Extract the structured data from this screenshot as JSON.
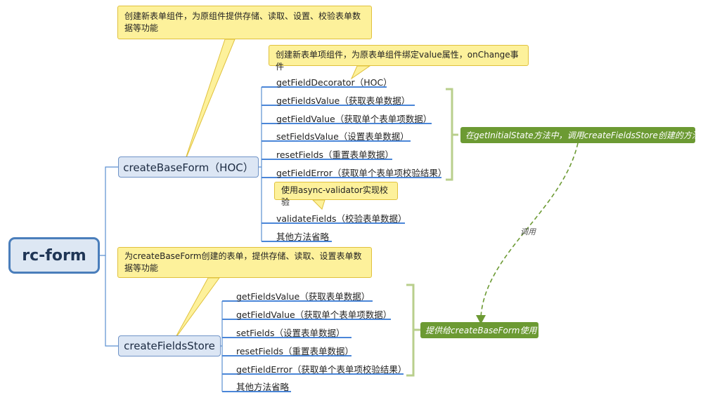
{
  "root": {
    "label": "rc-form"
  },
  "base_form": {
    "label": "createBaseForm（HOC）",
    "note": "创建新表单组件，为原组件提供存储、读取、设置、校验表单数据等功能",
    "decorator_note": "创建新表单项组件，为原表单组件绑定value属性，onChange事件",
    "validator_note": "使用async-validator实现校验",
    "store_group_label": "在getInitialState方法中，调用createFieldsStore创建的方法",
    "items": [
      "getFieldDecorator（HOC）",
      "getFieldsValue（获取表单数据）",
      "getFieldValue（获取单个表单项数据）",
      "setFieldsValue（设置表单数据）",
      "resetFields（重置表单数据）",
      "getFieldError（获取单个表单项校验结果）",
      "validateFields（校验表单数据）",
      "其他方法省略"
    ]
  },
  "fields_store": {
    "label": "createFieldsStore",
    "note": "为createBaseForm创建的表单，提供存储、读取、设置表单数据等功能",
    "group_label": "提供给createBaseForm使用",
    "items": [
      "getFieldsValue（获取表单数据）",
      "getFieldValue（获取单个表单项数据）",
      "setFields（设置表单数据）",
      "resetFields（重置表单数据）",
      "getFieldError（获取单个表单项校验结果）",
      "其他方法省略"
    ]
  },
  "call_label": "调用",
  "colors": {
    "root_border": "#4a7ebb",
    "branch_line": "#5b8fd0",
    "callout_fill": "#fdf19b",
    "group_bracket": "#b9cf8c",
    "group_tag": "#6c9a33"
  }
}
